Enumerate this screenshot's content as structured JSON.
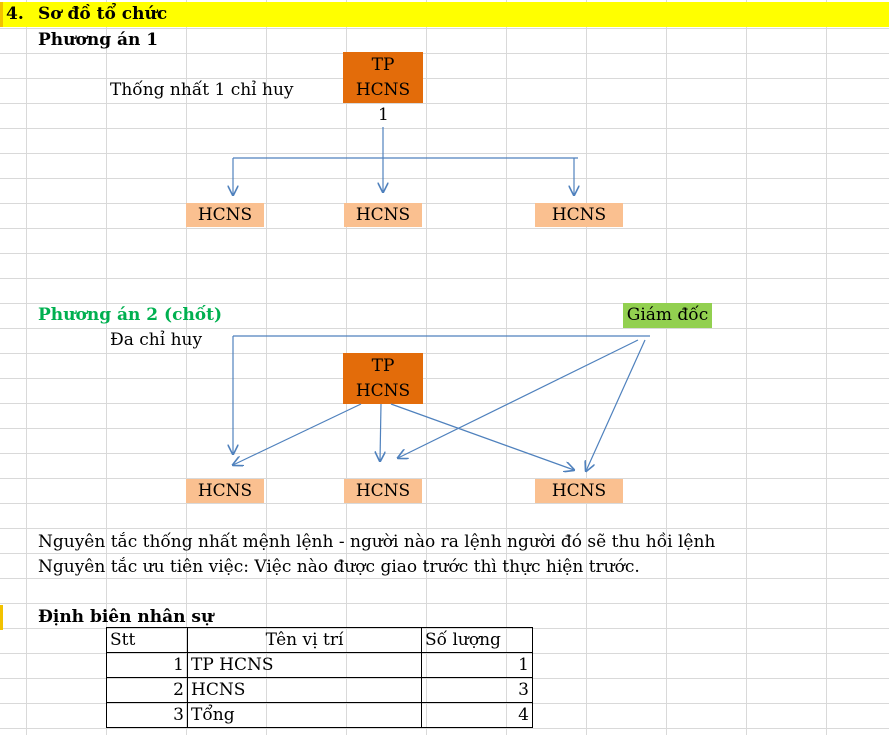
{
  "section": {
    "number": "4.",
    "title": "Sơ đồ tổ chức"
  },
  "option1": {
    "heading": "Phương án 1",
    "label": "Thống nhất 1 chỉ huy",
    "head_box": [
      "TP",
      "HCNS"
    ],
    "head_count": "1",
    "children": [
      "HCNS",
      "HCNS",
      "HCNS"
    ]
  },
  "option2": {
    "heading": "Phương án 2 (chốt)",
    "label": "Đa chỉ huy",
    "director": "Giám đốc",
    "head_box": [
      "TP",
      "HCNS"
    ],
    "children": [
      "HCNS",
      "HCNS",
      "HCNS"
    ]
  },
  "principles": [
    "Nguyên tắc thống nhất mệnh lệnh - người nào ra lệnh người đó sẽ thu hồi lệnh",
    "Nguyên tắc ưu tiên việc: Việc nào được giao trước thì thực hiện trước."
  ],
  "staffing": {
    "heading": "Định biên nhân sự",
    "headers": [
      "Stt",
      "Tên vị trí",
      "Số lượng"
    ],
    "rows": [
      [
        "1",
        "TP HCNS",
        "1"
      ],
      [
        "2",
        "HCNS",
        "3"
      ],
      [
        "3",
        "Tổng",
        "4"
      ]
    ]
  },
  "colors": {
    "title_bar": "#ffff00",
    "head_box": "#e36c0a",
    "child_box": "#fac090",
    "director_box": "#92d050",
    "green_heading": "#00b050",
    "connector": "#4f81bd"
  }
}
